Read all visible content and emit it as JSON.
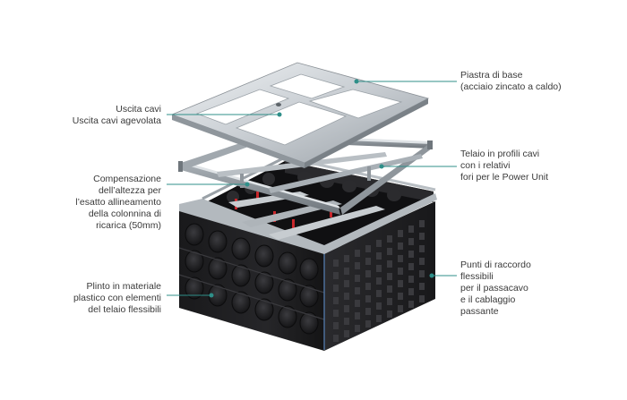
{
  "labels": {
    "piastra": [
      "Piastra di base",
      "(acciaio zincato a caldo)"
    ],
    "uscita": [
      "Uscita cavi",
      "Uscita cavi agevolata"
    ],
    "telaio": [
      "Telaio in profili cavi",
      "con i relativi",
      "fori per le Power Unit"
    ],
    "compensazione": [
      "Compensazione",
      "dell’altezza per",
      "l’esatto allineamento",
      "della colonnina di",
      "ricarica (50mm)"
    ],
    "plinto": [
      "Plinto in materiale",
      "plastico con elementi",
      "del telaio flessibili"
    ],
    "punti": [
      "Punti di raccordo",
      "flessibili",
      "per il passacavo",
      "e il cablaggio",
      "passante"
    ]
  },
  "colors": {
    "leader": "#2f8f89",
    "text": "#3a3a3a",
    "steel_light": "#d9dde1",
    "steel_dark": "#8f969c",
    "plastic": "#1c1c1e",
    "plastic_highlight": "#3a3a3d",
    "accent_red": "#c8262b"
  }
}
